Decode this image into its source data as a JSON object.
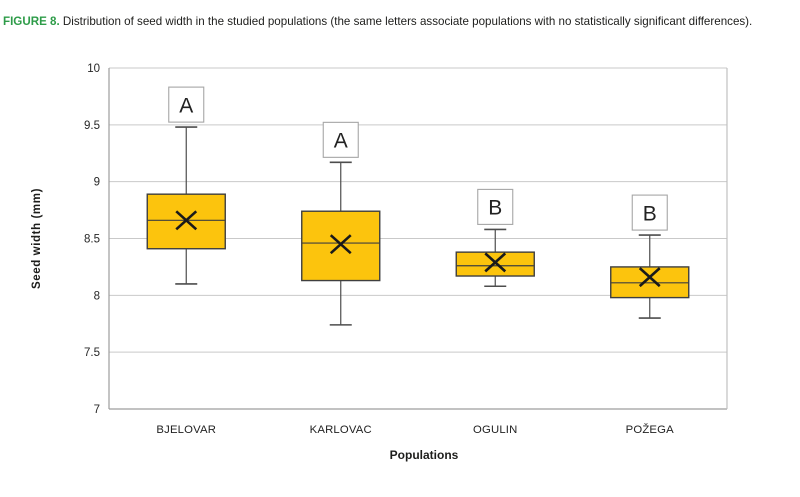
{
  "caption": {
    "label": "FIGURE 8.",
    "text": " Distribution of seed width in the studied populations (the same letters associate populations with no statistically significant differences).",
    "label_color": "#2E9C49",
    "text_color": "#1d1d1b"
  },
  "chart_data": {
    "type": "boxplot",
    "title": "",
    "xlabel": "Populations",
    "ylabel": "Seed width (mm)",
    "ylim": [
      7,
      10
    ],
    "ytick_step": 0.5,
    "yticks": [
      7,
      7.5,
      8,
      8.5,
      9,
      9.5,
      10
    ],
    "ytick_labels": [
      "7",
      "7.5",
      "8",
      "8.5",
      "9",
      "9.5",
      "10"
    ],
    "grid": true,
    "legend": "none",
    "categories": [
      "BJELOVAR",
      "KARLOVAC",
      "OGULIN",
      "POŽEGA"
    ],
    "series": [
      {
        "category": "BJELOVAR",
        "letter": "A",
        "whisker_high": 9.48,
        "q3": 8.89,
        "median": 8.66,
        "mean": 8.66,
        "q1": 8.41,
        "whisker_low": 8.1
      },
      {
        "category": "KARLOVAC",
        "letter": "A",
        "whisker_high": 9.17,
        "q3": 8.74,
        "median": 8.46,
        "mean": 8.45,
        "q1": 8.13,
        "whisker_low": 7.74
      },
      {
        "category": "OGULIN",
        "letter": "B",
        "whisker_high": 8.58,
        "q3": 8.38,
        "median": 8.26,
        "mean": 8.29,
        "q1": 8.17,
        "whisker_low": 8.08
      },
      {
        "category": "POŽEGA",
        "letter": "B",
        "whisker_high": 8.53,
        "q3": 8.25,
        "median": 8.11,
        "mean": 8.16,
        "q1": 7.98,
        "whisker_low": 7.8
      }
    ],
    "colors": {
      "box_fill": "#FCC40D",
      "box_border": "#3F3F3F",
      "whisker": "#4D4D4D",
      "gridline": "#C9C9C9",
      "axis": "#9D9D9D",
      "right_border": "#C0C0C0",
      "mean_marker": "#1A1A1A",
      "letter_box_fill": "#FFFFFF",
      "letter_box_border": "#A6A6A6",
      "tick_label": "#262626",
      "category_label": "#222222",
      "axis_title": "#1D1D1B"
    }
  }
}
